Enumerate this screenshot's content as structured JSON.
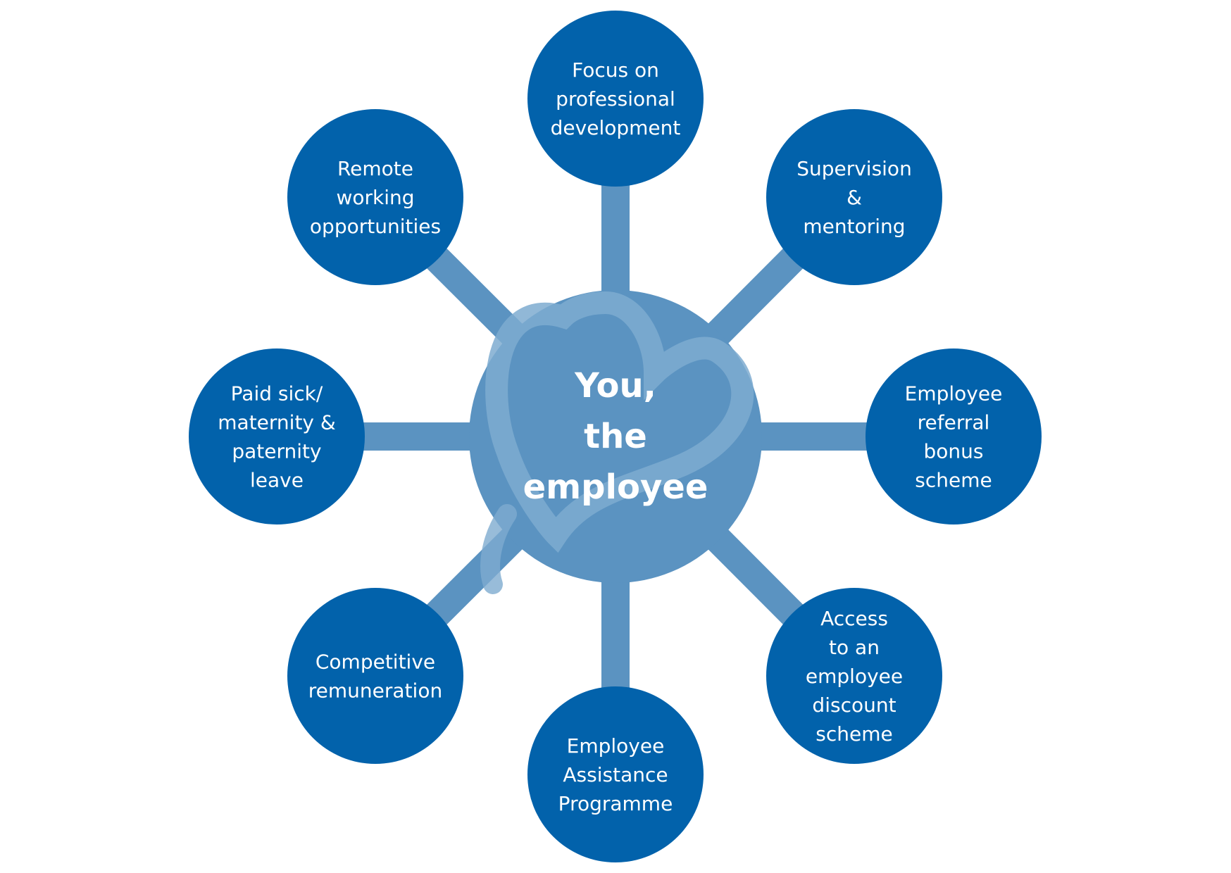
{
  "colors": {
    "background": "#ffffff",
    "spoke": "#5b93c1",
    "hub": "#5b93c1",
    "hub_swirl": "#7eabd0",
    "node": "#0262ab",
    "text": "#ffffff"
  },
  "hub": {
    "lines": [
      "You,",
      "the",
      "employee"
    ]
  },
  "nodes": [
    {
      "id": "professional-development",
      "lines": [
        "Focus on",
        "professional",
        "development"
      ]
    },
    {
      "id": "supervision-mentoring",
      "lines": [
        "Supervision",
        "&",
        "mentoring"
      ]
    },
    {
      "id": "referral-bonus",
      "lines": [
        "Employee",
        "referral",
        "bonus",
        "scheme"
      ]
    },
    {
      "id": "discount-scheme",
      "lines": [
        "Access",
        "to an",
        "employee",
        "discount",
        "scheme"
      ]
    },
    {
      "id": "assistance-programme",
      "lines": [
        "Employee",
        "Assistance",
        "Programme"
      ]
    },
    {
      "id": "competitive-remuneration",
      "lines": [
        "Competitive",
        "remuneration"
      ]
    },
    {
      "id": "paid-leave",
      "lines": [
        "Paid sick/",
        "maternity &",
        "paternity",
        "leave"
      ]
    },
    {
      "id": "remote-working",
      "lines": [
        "Remote",
        "working",
        "opportunities"
      ]
    }
  ]
}
